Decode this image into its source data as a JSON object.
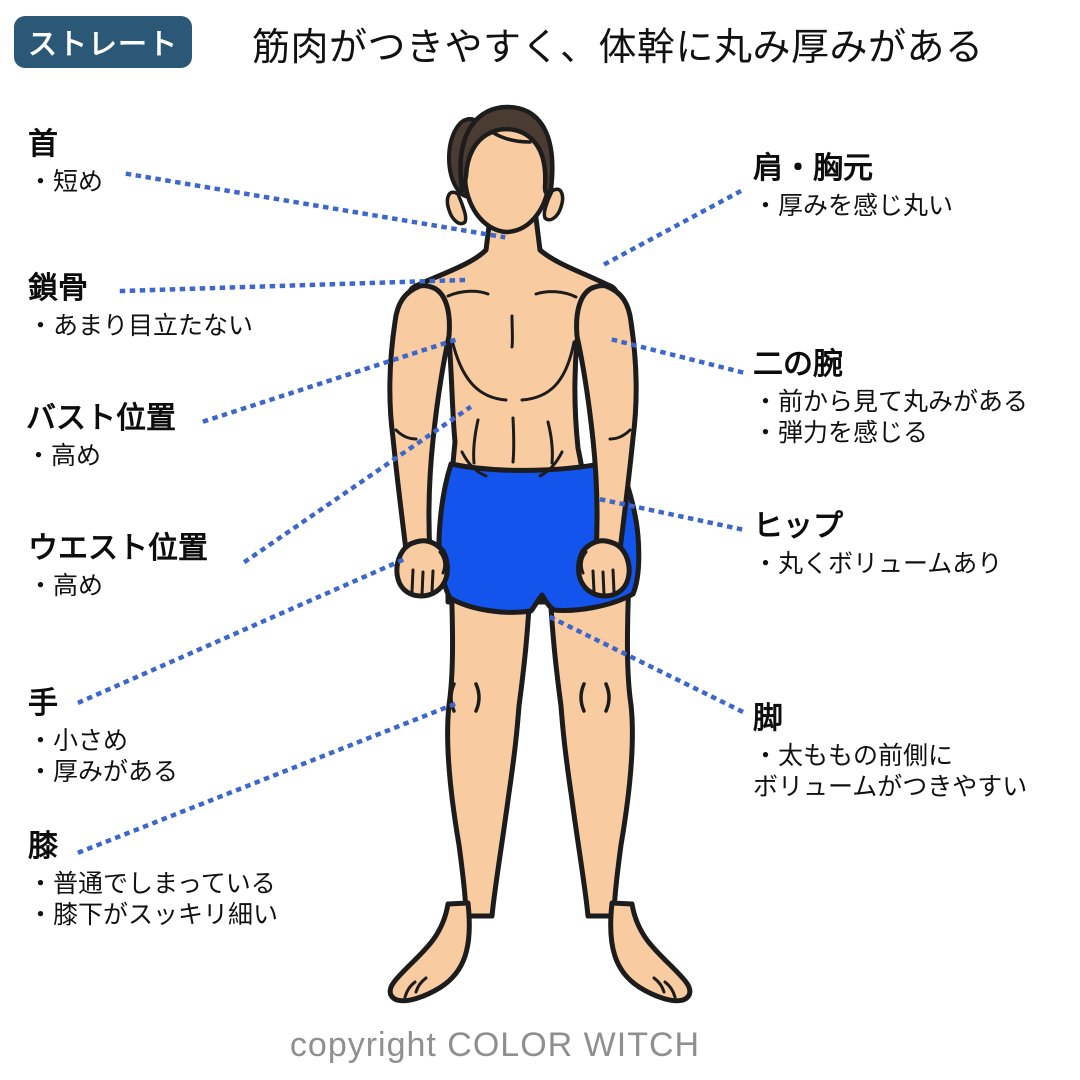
{
  "badge": {
    "label": "ストレート"
  },
  "title": "筋肉がつきやすく、体幹に丸み厚みがある",
  "copyright": "copyright COLOR WITCH",
  "colors": {
    "badge_bg": "#2b5876",
    "badge_text": "#ffffff",
    "connector_line": "#3e67cb",
    "skin": "#f8cba1",
    "hair": "#4a3b33",
    "shorts": "#1254ec",
    "outline": "#1c1c1c",
    "copyright_text": "#8f8f8f"
  },
  "labels": {
    "neck": {
      "title": "首",
      "lines": [
        "・短め"
      ]
    },
    "collarbone": {
      "title": "鎖骨",
      "lines": [
        "・あまり目立たない"
      ]
    },
    "bust": {
      "title": "バスト位置",
      "lines": [
        "・高め"
      ]
    },
    "waist": {
      "title": "ウエスト位置",
      "lines": [
        "・高め"
      ]
    },
    "hands": {
      "title": "手",
      "lines": [
        "・小さめ",
        "・厚みがある"
      ]
    },
    "knees": {
      "title": "膝",
      "lines": [
        "・普通でしまっている",
        "・膝下がスッキリ細い"
      ]
    },
    "shoulder_chest": {
      "title": "肩・胸元",
      "lines": [
        "・厚みを感じ丸い"
      ]
    },
    "upper_arm": {
      "title": "二の腕",
      "lines": [
        "・前から見て丸みがある",
        "・弾力を感じる"
      ]
    },
    "hip": {
      "title": "ヒップ",
      "lines": [
        "・丸くボリュームあり"
      ]
    },
    "legs": {
      "title": "脚",
      "lines": [
        "・太ももの前側に",
        "ボリュームがつきやすい"
      ]
    }
  }
}
